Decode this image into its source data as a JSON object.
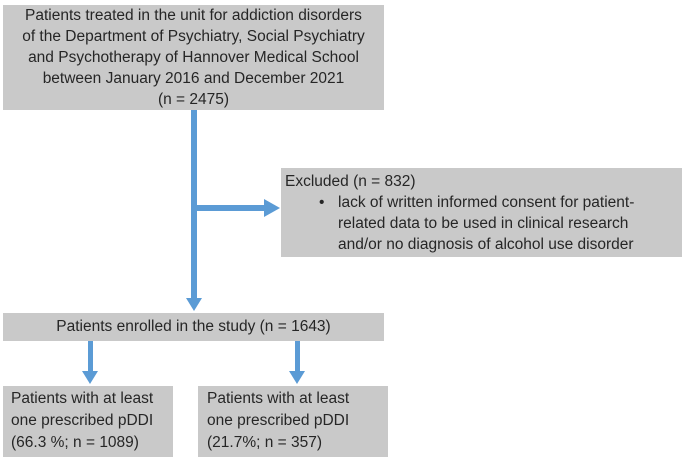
{
  "colors": {
    "background": "#ffffff",
    "box_fill": "#c9c9c9",
    "arrow": "#5b9bd5",
    "text": "#262626"
  },
  "flowchart": {
    "top_box": {
      "lines": [
        "Patients treated in the unit for addiction disorders",
        "of the Department of Psychiatry, Social Psychiatry",
        "and Psychotherapy of Hannover Medical School",
        "between January 2016 and December 2021",
        "(n = 2475)"
      ]
    },
    "excluded_box": {
      "title": "Excluded (n = 832)",
      "bullet_marker": "•",
      "bullet_lines": [
        "lack of written informed consent for patient-",
        "related data to be used in clinical research",
        "and/or no diagnosis of alcohol use disorder"
      ]
    },
    "enrolled_box": {
      "text": "Patients enrolled in the study (n = 1643)"
    },
    "bottom_left_box": {
      "lines": [
        "Patients with at least",
        "one prescribed pDDI",
        "(66.3 %; n = 1089)"
      ]
    },
    "bottom_right_box": {
      "lines": [
        "Patients with at least",
        "one prescribed pDDI",
        "(21.7%; n = 357)"
      ]
    }
  }
}
